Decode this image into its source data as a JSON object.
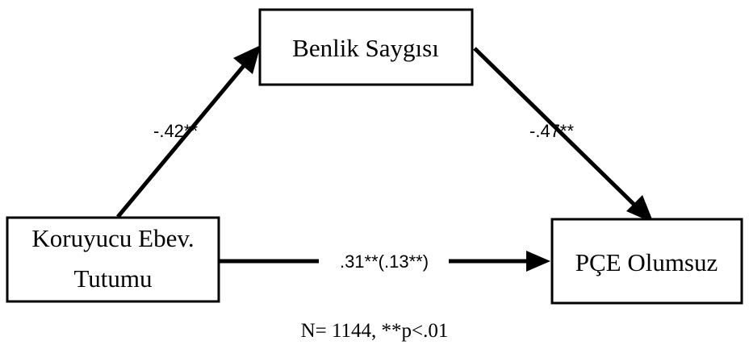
{
  "nodes": {
    "mediator": {
      "label": "Benlik Saygısı"
    },
    "predictor": {
      "line1": "Koruyucu Ebev.",
      "line2": "Tutumu"
    },
    "outcome": {
      "label": "PÇE Olumsuz"
    }
  },
  "paths": {
    "a": {
      "label": "-.42**"
    },
    "b": {
      "label": "-.47**"
    },
    "c": {
      "label": ".31**(.13**)"
    }
  },
  "footnote": "N= 1144, **p<.01",
  "colors": {
    "line": "#000000",
    "background": "#ffffff"
  }
}
